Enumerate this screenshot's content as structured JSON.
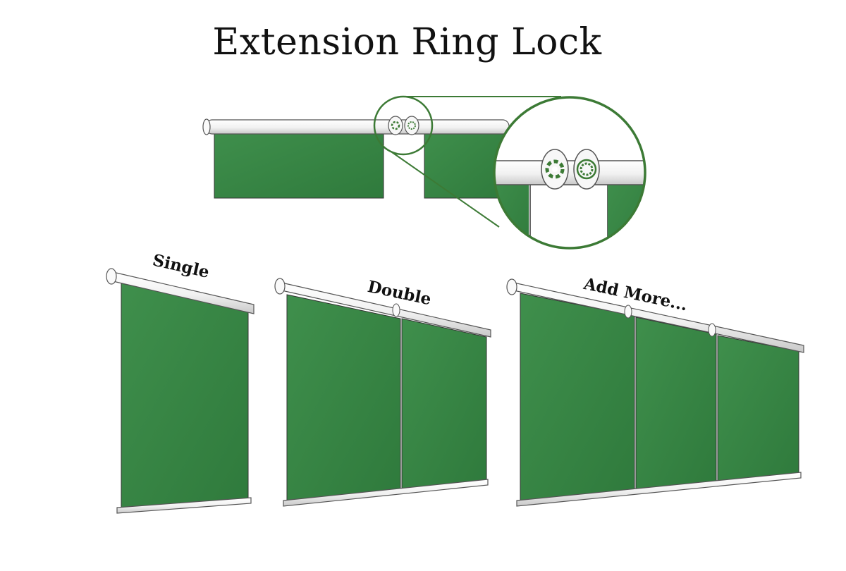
{
  "title": "Extension Ring Lock",
  "labels": {
    "single": "Single",
    "double": "Double",
    "add_more": "Add More..."
  },
  "colors": {
    "screen_green": "#3f8f4c",
    "screen_green_dark": "#2f7a3c",
    "frame_green": "#3c7a35",
    "tube_white": "#f4f4f4",
    "outline": "#3a3a3a"
  },
  "icons": [
    "ring-lock-icon",
    "magnifier-callout"
  ]
}
